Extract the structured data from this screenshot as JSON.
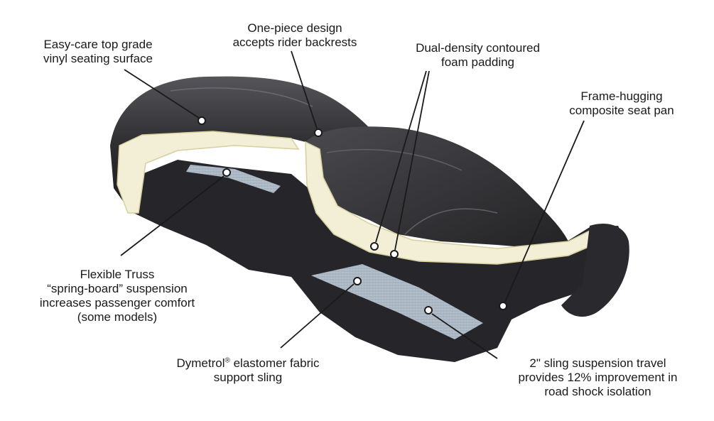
{
  "callouts": {
    "vinyl": {
      "line1": "Easy-care top grade",
      "line2": "vinyl seating surface"
    },
    "one_piece": {
      "line1": "One-piece design",
      "line2": "accepts rider backrests"
    },
    "dual_density": {
      "line1": "Dual-density contoured",
      "line2": "foam padding"
    },
    "seat_pan": {
      "line1": "Frame-hugging",
      "line2": "composite seat pan"
    },
    "truss": {
      "line1": "Flexible Truss",
      "line2": "“spring-board” suspension",
      "line3": "increases passenger comfort",
      "line4": "(some models)"
    },
    "dymetrol": {
      "line1_pre": "Dymetrol",
      "line1_sup": "®",
      "line1_post": " elastomer fabric",
      "line2": "support sling"
    },
    "sling": {
      "line1": "2\" sling suspension travel",
      "line2": "provides 12% improvement in",
      "line3": "road shock isolation"
    }
  },
  "colors": {
    "vinyl": "#2b2b2e",
    "vinyl_highlight": "#5a5a5f",
    "foam": "#f2efd6",
    "foam_edge": "#d6cf9e",
    "fabric": "#b9c4cf",
    "leader": "#1a1a1a"
  }
}
